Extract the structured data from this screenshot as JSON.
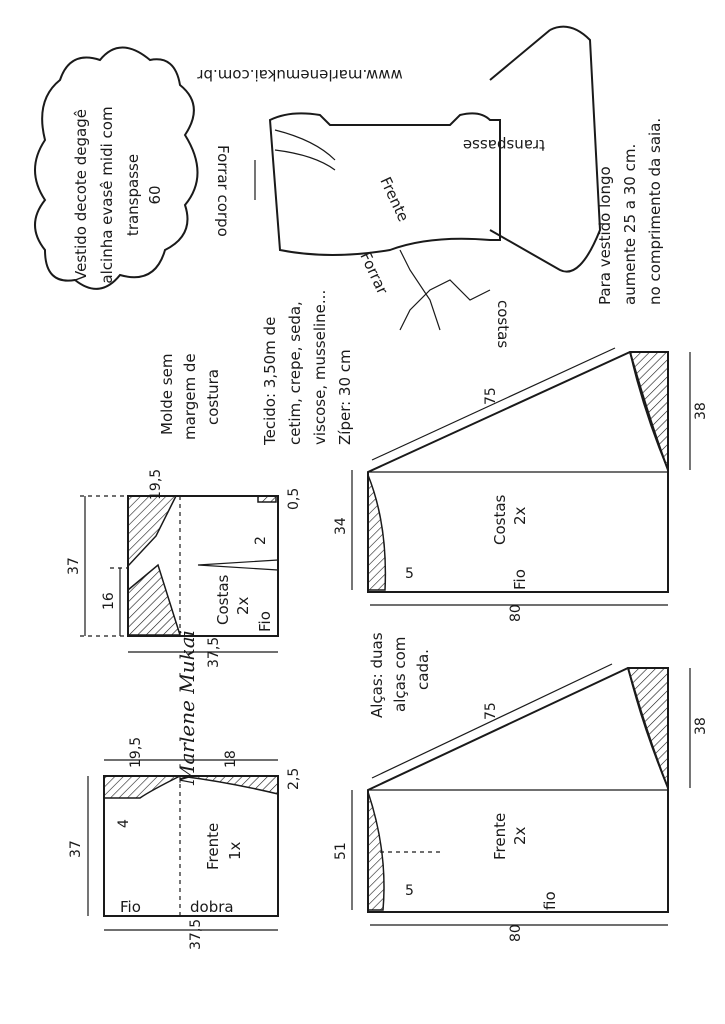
{
  "title": {
    "line1": "Vestido decote degagê",
    "line2": "alcinha evasê midi com",
    "line3": "transpasse",
    "line4": "60"
  },
  "website": "www.marlenemukai.com.br",
  "sketch": {
    "forrar_corpo": "Forrar corpo",
    "transpasse": "transpasse",
    "frente": "Frente",
    "forrar": "Forrar",
    "costas": "costas"
  },
  "long_note": {
    "line1": "Para vestido longo",
    "line2": "aumente 25 a 30 cm.",
    "line3": "no comprimento da saia."
  },
  "molde_note": {
    "line1": "Molde sem",
    "line2": "margem de",
    "line3": "costura"
  },
  "fabric": {
    "line1": "Tecido: 3,50m de",
    "line2": "cetim, crepe, seda,",
    "line3": "viscose, musseline...",
    "line4": "Zíper: 30 cm"
  },
  "straps": {
    "line1": "Alças: duas",
    "line2": "alças com",
    "line3": "cada."
  },
  "signature": "Marlene Mukai",
  "costas_skirt": {
    "label": "Costas",
    "count": "2x",
    "length": "75",
    "width": "80",
    "hem": "38",
    "side": "34",
    "small": "5",
    "grain": "Fio"
  },
  "frente_skirt": {
    "label": "Frente",
    "count": "2x",
    "length": "75",
    "width": "80",
    "hem": "38",
    "side": "51",
    "small": "5",
    "grain": "fio"
  },
  "costas_bodice": {
    "label": "Costas",
    "count": "2x",
    "top": "19,5",
    "corner": "0,5",
    "height": "37",
    "lower": "16",
    "dart": "2",
    "width": "37,5",
    "grain": "Fio"
  },
  "frente_bodice": {
    "label": "Frente",
    "count": "1x",
    "top": "19,5",
    "top2": "18",
    "corner": "2,5",
    "neck": "4",
    "height": "37",
    "width": "37,5",
    "grain": "Fio",
    "fold": "dobra"
  }
}
